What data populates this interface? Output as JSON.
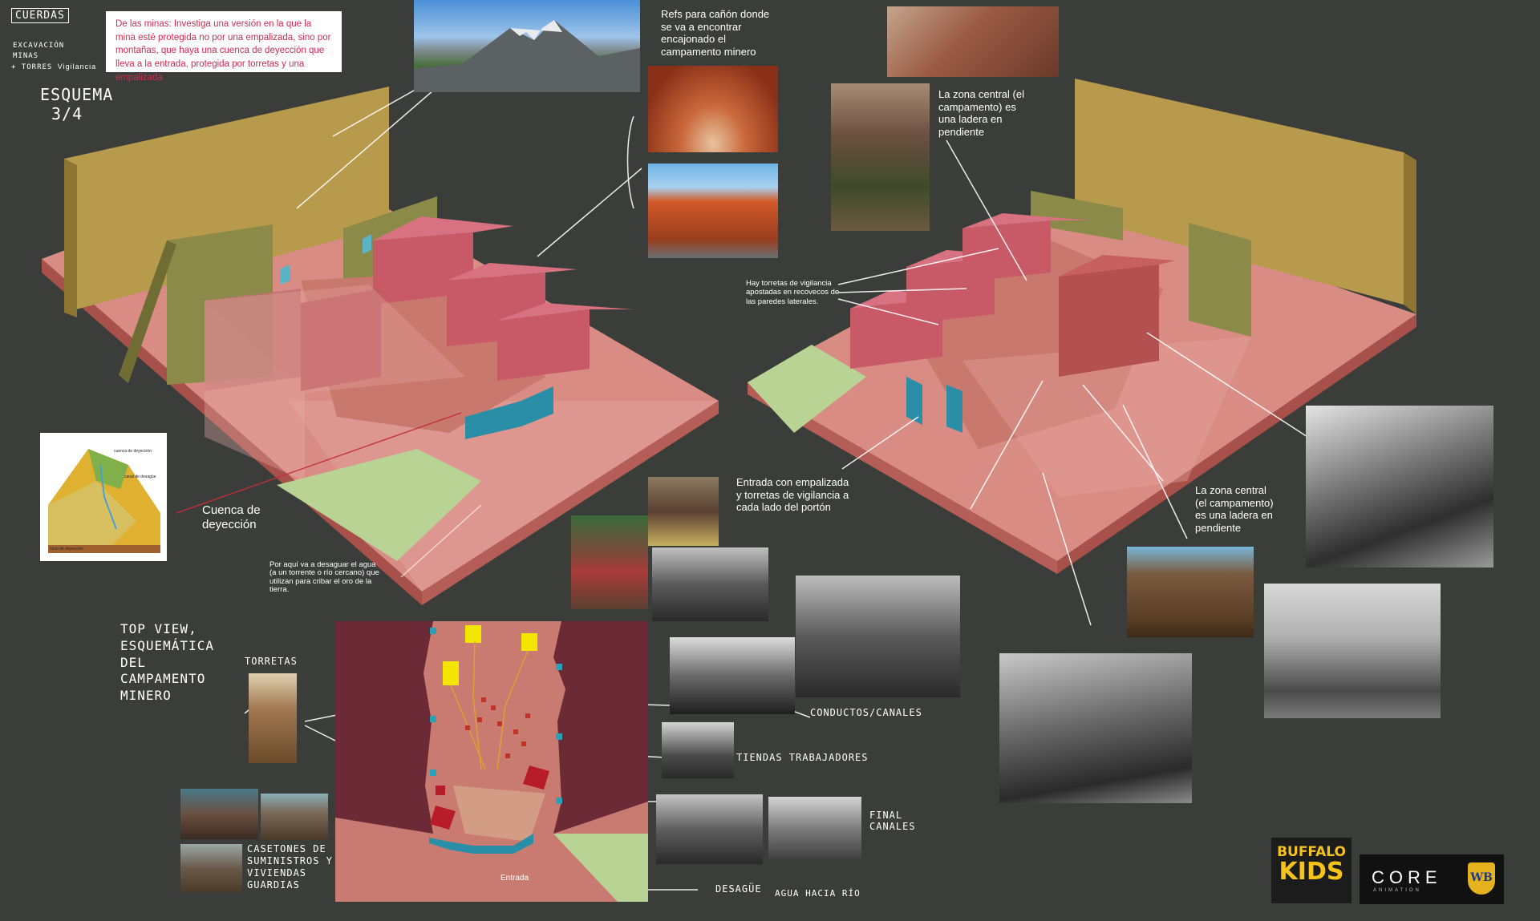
{
  "header": {
    "cuerdas": "CUERDAS",
    "sub_line1": "EXCAVACIÓN",
    "sub_line2": "MINAS",
    "sub_line3_plus": "+",
    "sub_line3_a": "TORRES",
    "sub_line3_b": "Vigilancia",
    "esquema_1": "ESQUEMA",
    "esquema_2": "3/4"
  },
  "note": {
    "text": "De las minas: Investiga una versión en la que la mina esté protegida no por una empalizada, sino por montañas, que haya una cuenca de deyección que lleva a la entrada, protegida por torretas y una empalizada"
  },
  "labels": {
    "refs_canon": "Refs para cañón donde se va a encontrar encajonado el campamento minero",
    "zona_central_1": "La zona central (el campamento) es una ladera en pendiente",
    "zona_central_2": "La zona central (el campamento) es una ladera en pendiente",
    "torretas_vigilancia": "Hay torretas de vigilancia apostadas en recovecos de las paredes laterales.",
    "entrada_empalizada": "Entrada con empalizada y torretas de vigilancia a cada lado del portón",
    "cuenca_deyeccion": "Cuenca de deyección",
    "desaguar": "Por aquí va a desaguar el agua (a un torrente o río cercano) que utilizan para cribar el oro de la tierra.",
    "top_view": "TOP VIEW, ESQUEMÁTICA DEL CAMPAMENTO MINERO",
    "torretas": "TORRETAS",
    "casetones": "CASETONES DE SUMINISTROS Y VIVIENDAS GUARDIAS",
    "conductos": "CONDUCTOS/CANALES",
    "tiendas": "TIENDAS TRABAJADORES",
    "final_canales": "FINAL CANALES",
    "desague": "DESAGÜE",
    "agua_rio": "AGUA HACIA RÍO",
    "entrada": "Entrada"
  },
  "diagram_labels": {
    "cuenca_deyeccion": "cuenca de deyección",
    "canal_desague": "canal de desagüe",
    "cono_deyeccion": "cono de deyección"
  },
  "logos": {
    "buffalo": "BUFFALO",
    "kids": "KIDS",
    "core": "CORE",
    "core_sub": "ANIMATION",
    "wb": "WB"
  },
  "colors": {
    "background": "#3b3d3a",
    "mesa": "#d98c84",
    "block": "#c85a68",
    "wall": "#b89a4c",
    "note_text": "#d8284e",
    "teal": "#2a8ea6",
    "green": "#b9d394"
  }
}
